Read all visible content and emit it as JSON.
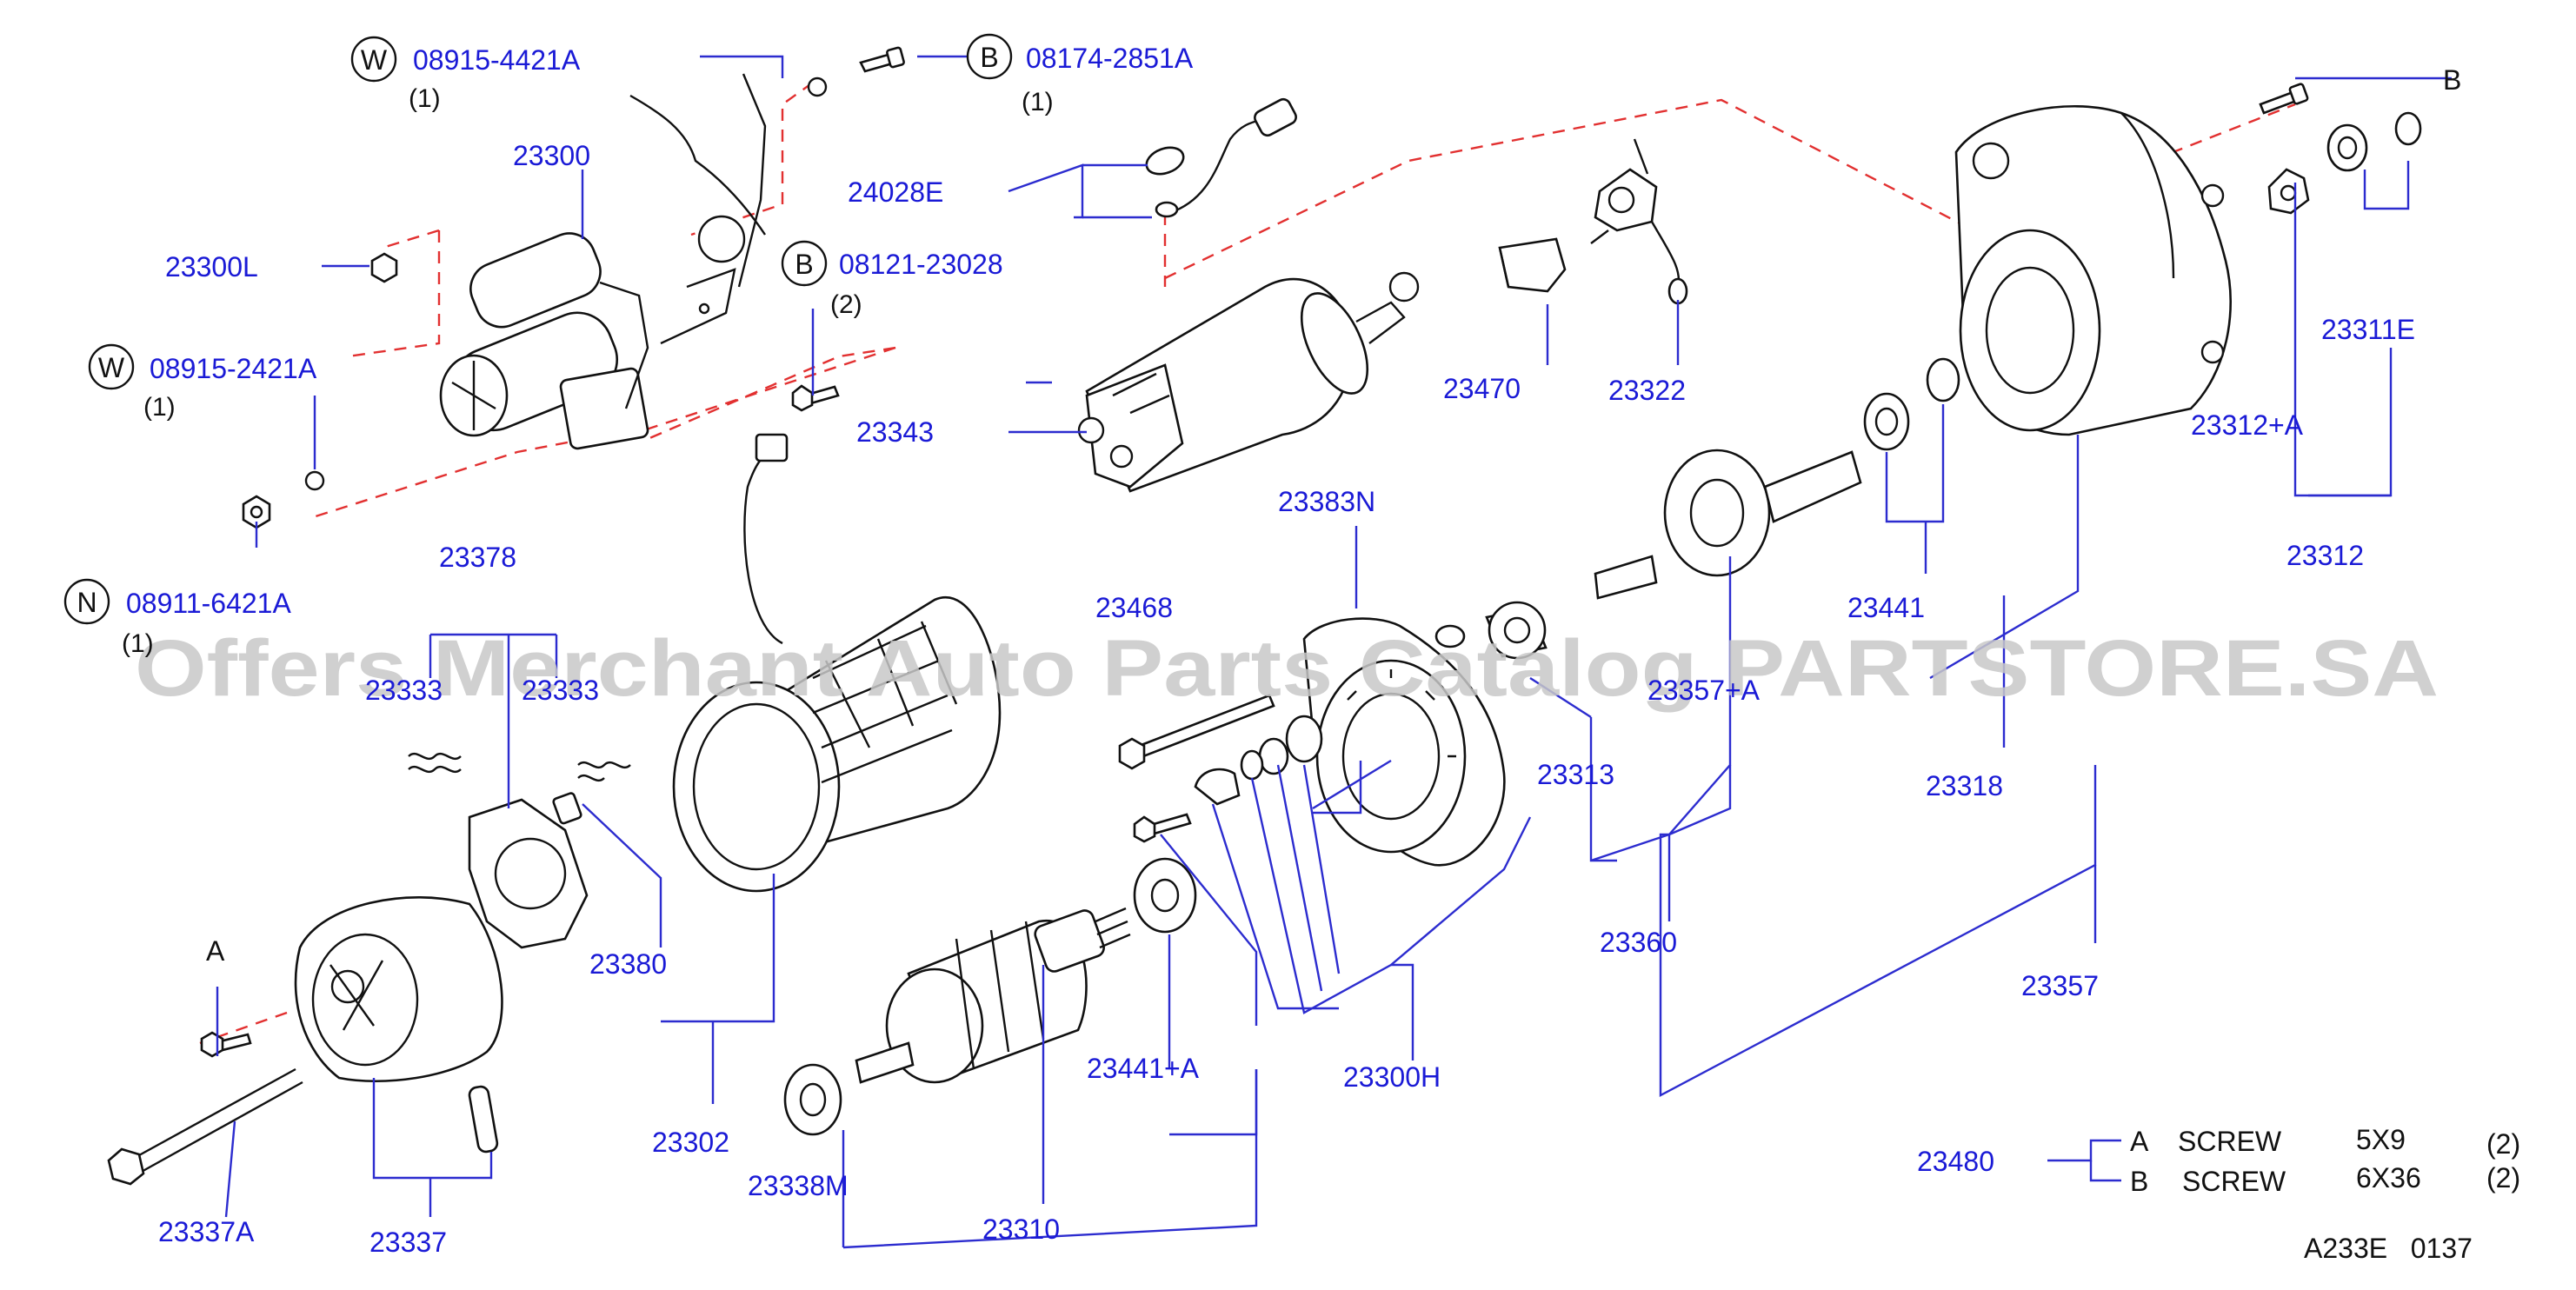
{
  "watermark": "Offers Merchant Auto Parts Catalog PARTSTORE.SA",
  "diagram_code": "A233E   0137",
  "callouts": {
    "w_top_code": "08915-4421A",
    "w_top_qty": "(1)",
    "b_top_code": "08174-2851A",
    "b_top_qty": "(1)",
    "b_mid_code": "08121-23028",
    "b_mid_qty": "(2)",
    "w_mid_code": "08915-2421A",
    "w_mid_qty": "(1)",
    "n_code": "08911-6421A",
    "n_qty": "(1)",
    "letter_w": "W",
    "letter_b": "B",
    "letter_n": "N",
    "letter_a": "A"
  },
  "parts": {
    "p23300": "23300",
    "p23300L": "23300L",
    "p24028E": "24028E",
    "p23343": "23343",
    "p23470": "23470",
    "p23322": "23322",
    "p23312A": "23312+A",
    "p23311E": "23311E",
    "p23312": "23312",
    "p23441": "23441",
    "p23378": "23378",
    "p23333a": "23333",
    "p23333b": "23333",
    "p23383N": "23383N",
    "p23468": "23468",
    "p23357A": "23357+A",
    "p23313": "23313",
    "p23318": "23318",
    "p23380": "23380",
    "p23360": "23360",
    "p23357": "23357",
    "p23441A": "23441+A",
    "p23300H": "23300H",
    "p23302": "23302",
    "p23338M": "23338M",
    "p23310": "23310",
    "p23337A": "23337A",
    "p23337": "23337",
    "p23480": "23480"
  },
  "screw_table": [
    {
      "key": "A",
      "name": "SCREW",
      "size": "5X9",
      "qty": "(2)"
    },
    {
      "key": "B",
      "name": "SCREW",
      "size": "6X36",
      "qty": "(2)"
    }
  ],
  "colors": {
    "part_number": "#1a1ad6",
    "leader_line": "#2c2ccf",
    "dashed_line": "#e23030",
    "watermark": "#c8c8c8"
  }
}
